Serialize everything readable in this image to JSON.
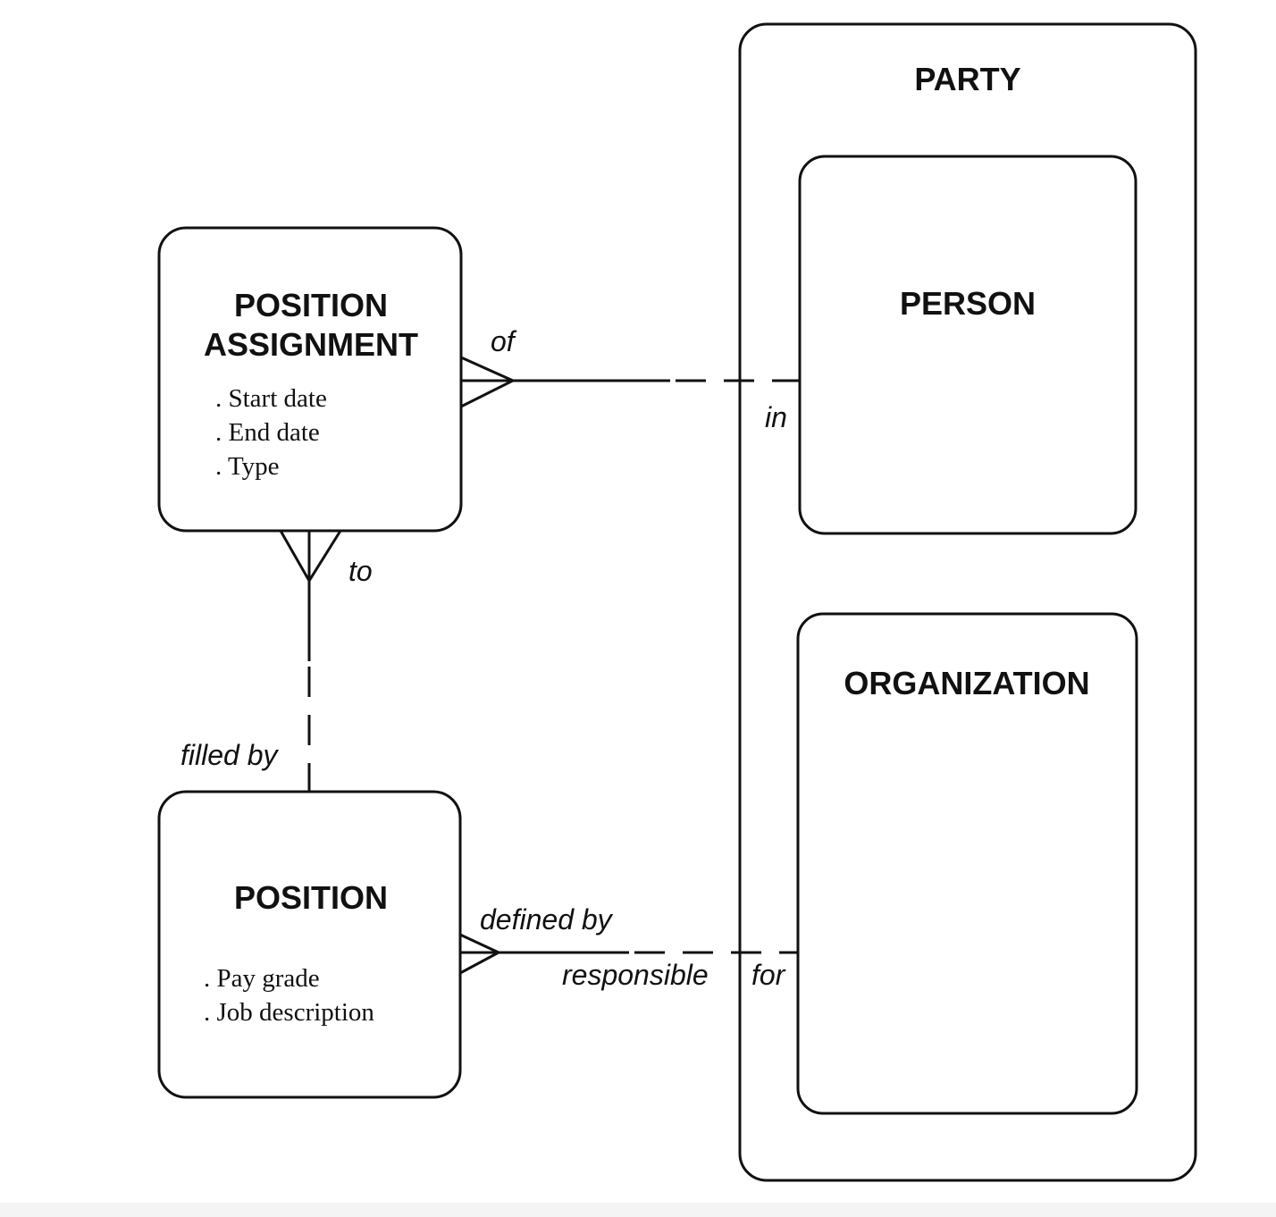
{
  "entities": {
    "party": {
      "title": "PARTY"
    },
    "person": {
      "title": "PERSON"
    },
    "organization": {
      "title": "ORGANIZATION"
    },
    "position_assignment": {
      "title_line1": "POSITION",
      "title_line2": "ASSIGNMENT",
      "attributes": [
        ". Start date",
        ". End date",
        ". Type"
      ]
    },
    "position": {
      "title": "POSITION",
      "attributes": [
        ". Pay grade",
        ". Job description"
      ]
    }
  },
  "relationships": {
    "assignment_party": {
      "label_near": "of",
      "label_far": "in"
    },
    "assignment_position": {
      "label_near": "to",
      "label_far": "filled by"
    },
    "position_organization": {
      "label_near": "defined by",
      "label_far_1": "responsible",
      "label_far_2": "for"
    }
  }
}
